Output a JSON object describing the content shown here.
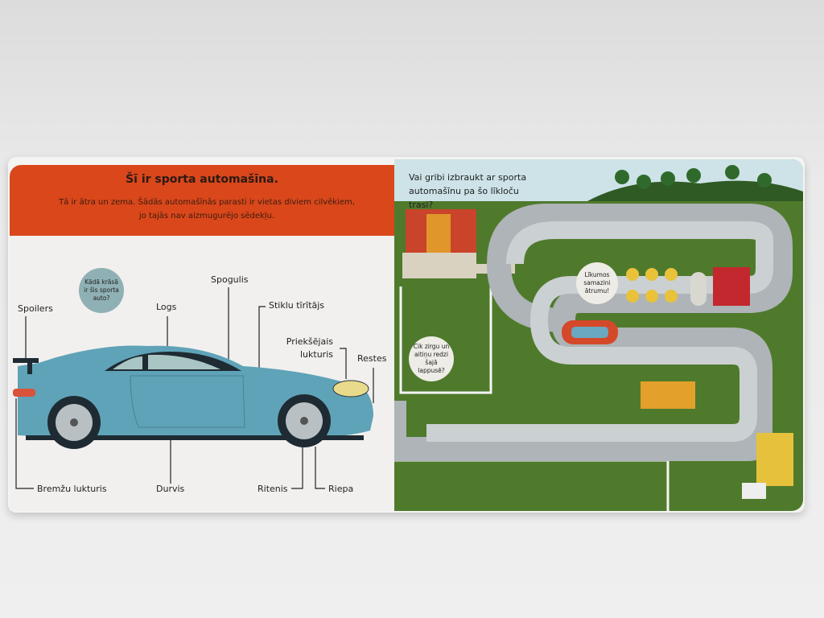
{
  "left_page": {
    "title": "Šī ir sporta automašīna.",
    "subtitle": "Tā ir ātra un zema. Šādās automašīnās parasti ir vietas diviem cilvēkiem, jo tajās nav aizmugurējo sēdekļu.",
    "question": "Kādā krāsā ir šis sporta auto?",
    "labels": {
      "spoilers": "Spoilers",
      "logs": "Logs",
      "spogulis": "Spogulis",
      "stiklu_tiritajs": "Stiklu tīrītājs",
      "prieksejais_lukturis": "Priekšējais lukturis",
      "restes": "Restes",
      "bremzu_lukturis": "Bremžu lukturis",
      "durvis": "Durvis",
      "ritenis": "Ritenis",
      "riepa": "Riepa"
    },
    "colors": {
      "header": "#d9471b",
      "car": "#5fa3b8"
    }
  },
  "right_page": {
    "question": "Vai gribi izbraukt ar sporta automašīnu pa šo līkloču trasi?",
    "bubble_slow": "Līkumos samazini ātrumu!",
    "bubble_count": "Cik zirgu un aitiņu redzi šajā lappusē?",
    "colors": {
      "grass": "#4f7a2c",
      "track": "#b9bfc2",
      "sky": "#cde3e8"
    }
  }
}
